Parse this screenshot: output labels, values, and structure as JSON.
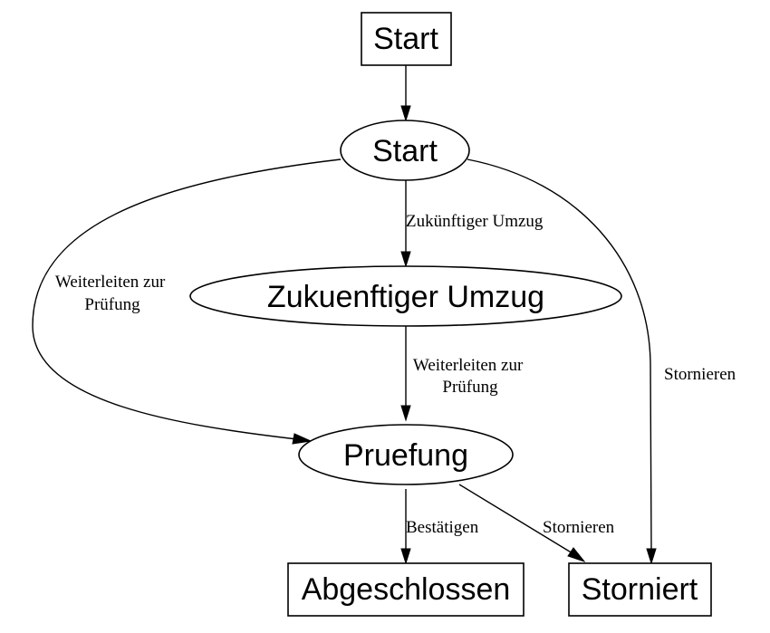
{
  "diagram": {
    "nodes": {
      "start_box": "Start",
      "start_state": "Start",
      "future_move": "Zukuenftiger Umzug",
      "review": "Pruefung",
      "completed": "Abgeschlossen",
      "cancelled": "Storniert"
    },
    "edges": {
      "start_to_future": "Zukünftiger Umzug",
      "start_to_review": [
        "Weiterleiten zur",
        "Prüfung"
      ],
      "future_to_review": [
        "Weiterleiten zur",
        "Prüfung"
      ],
      "start_to_cancelled": "Stornieren",
      "review_to_completed": "Bestätigen",
      "review_to_cancelled": "Stornieren"
    }
  }
}
